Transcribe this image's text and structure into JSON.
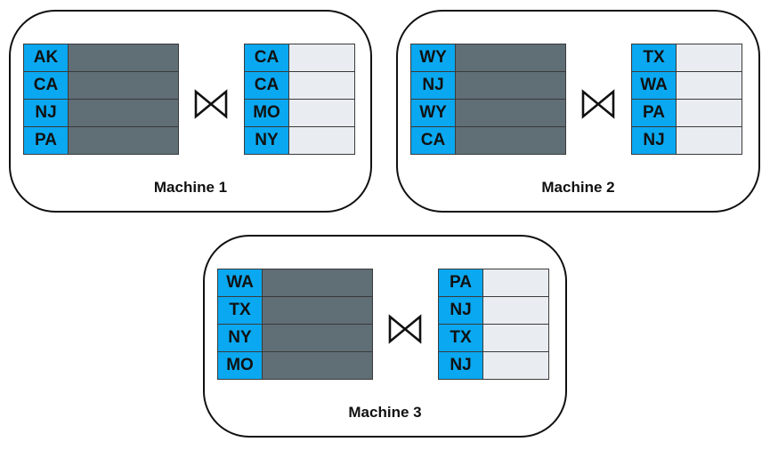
{
  "machines": [
    {
      "label": "Machine 1",
      "left_keys": [
        "AK",
        "CA",
        "NJ",
        "PA"
      ],
      "right_keys": [
        "CA",
        "CA",
        "MO",
        "NY"
      ]
    },
    {
      "label": "Machine 2",
      "left_keys": [
        "WY",
        "NJ",
        "WY",
        "CA"
      ],
      "right_keys": [
        "TX",
        "WA",
        "PA",
        "NJ"
      ]
    },
    {
      "label": "Machine 3",
      "left_keys": [
        "WA",
        "TX",
        "NY",
        "MO"
      ],
      "right_keys": [
        "PA",
        "NJ",
        "TX",
        "NJ"
      ]
    }
  ],
  "colors": {
    "key_cell": "#0aa8f0",
    "left_value_cell": "#606e76",
    "right_value_cell": "#e9ecf0",
    "border": "#111111"
  },
  "icons": {
    "join_operator": "bowtie-join-icon"
  }
}
